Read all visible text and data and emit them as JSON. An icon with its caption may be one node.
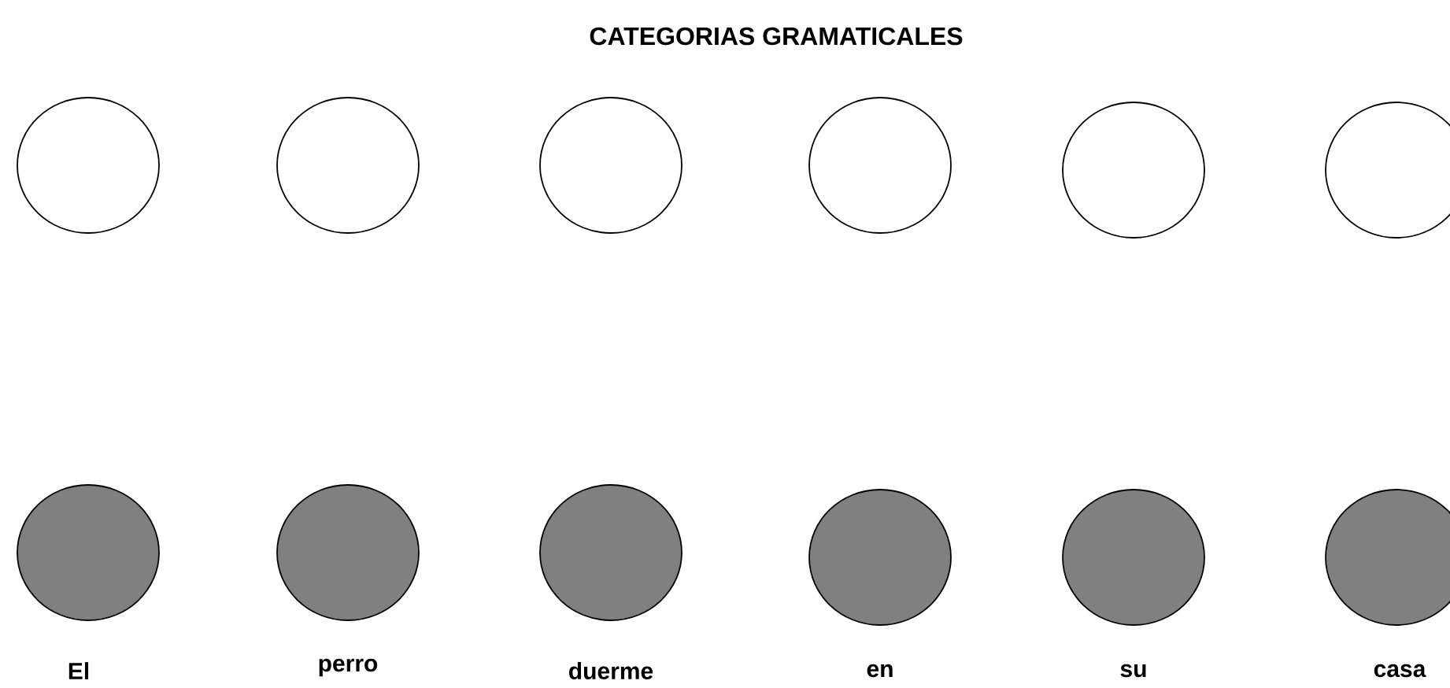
{
  "diagram": {
    "title": "CATEGORIAS GRAMATICALES",
    "nodes": [
      {
        "text": [],
        "shape": "circle"
      },
      {
        "text": [],
        "shape": "circle"
      },
      {
        "text": [],
        "shape": "circle"
      },
      {
        "text": [],
        "shape": "circle"
      },
      {
        "text": [],
        "shape": "circle"
      },
      {
        "text": [],
        "shape": "circle"
      },
      {
        "text": [],
        "shape": "circle",
        "beside": [
          "El"
        ]
      },
      {
        "text": [],
        "shape": "circle",
        "beside": [
          "perro"
        ]
      },
      {
        "text": [],
        "shape": "circle",
        "beside": [
          "duerme"
        ]
      },
      {
        "text": [],
        "shape": "circle",
        "beside": [
          "en"
        ]
      },
      {
        "text": [],
        "shape": "circle",
        "beside": [
          "su"
        ]
      },
      {
        "text": [],
        "shape": "circle",
        "beside": [
          "casa"
        ]
      }
    ]
  }
}
